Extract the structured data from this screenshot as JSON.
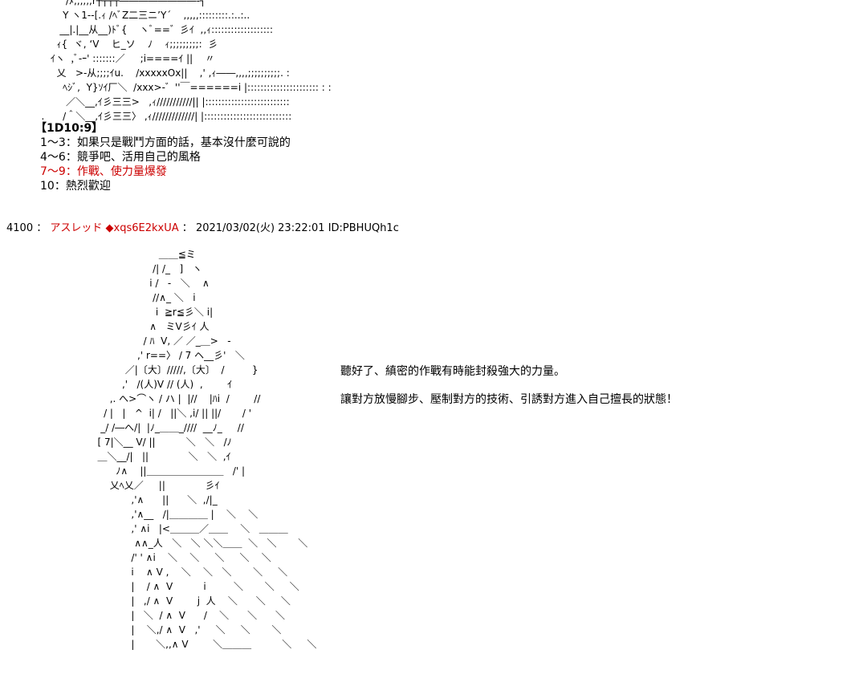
{
  "aa_top": [
    "   ﾞ￣´  /ﾒ,,,,,,r┼┬┬┬――――――――‐┐",
    "          Y ヽ1‐‐[.ｨ /ﾍﾞZ二三ニ’Y´    ,,,,,:::::::::.:..:..",
    "         __|.|__从__)ﾄﾞ{    ヽﾞ==゛彡ｲ  ,,ｨ:::::::::::::::::::",
    "        ｨ{  ヾ, ‘V    ヒ_ソ    ﾉ    ｨ;;;;;;;;;:  彡",
    "      ｲヽ  ,ﾞ-ｰ' :::::::／     ;i====ｲ ||    〃",
    "        乂   >‐从;;;;ｲu.    /xxxxxOx||    ,' ,ｨ――,,,,;;;;;;;;;;. :",
    "          ﾍｼﾞ,  Y}ｿｲ厂＼  /xxx>‐゛''￣======i |:::::::::::::::::::::: : :",
    "           ／＼__,ｲ彡三三>   ,ｨ///////////|| |::::::::::::::::::::::::::",
    "   .      /＾＼__,ｲ彡三三〉 ,ｨ/////////////| |:::::::::::::::::::::::::::"
  ],
  "dice": {
    "title": "【1D10:9】",
    "options": [
      "1～3：如果只是戰鬥方面的話，基本沒什麼可說的",
      "4～6：競爭吧、活用自己的風格",
      "7～9：作戰、使力量爆發",
      "10：熱烈歡迎"
    ]
  },
  "post": {
    "number": "4100",
    "sep": "：",
    "name": "アスレッド",
    "trip": "◆xqs6E2kxUA",
    "sep2": "：",
    "datetime": "2021/03/02(火) 23:22:01",
    "id": "ID:PBHUQh1c"
  },
  "dialogue": [
    "聽好了、縝密的作戰有時能封殺強大的力量。",
    "讓對方放慢腳步、壓制對方的技術、引誘對方進入自己擅長的狀態！"
  ],
  "aa_main": [
    "                       ＿＿≦ミ",
    "                     /| /_   ]   ヽ",
    "                    i /   ‐   ＼    ∧",
    "                     //∧_ ＼   i",
    "                      i  ≧r≦彡＼ i|",
    "                    ∧   ミV彡ｲ 人",
    "                  / ﾊ  V, ／ ／_＿>   -",
    "                ,' r==〉 / 7 ヘ__彡'   ＼",
    "            ／|〔大〕/////,〔大〕  /         }",
    "           ,'   /(人)V // (人)  ,        ｲ",
    "       ,. へ>⌒ヽ / ハ |  |//    |ﾊi  /        //",
    "     / |   |   ^  i| /   ||＼ ,i/ || ||/       / '",
    "    _/ /―へ/|  |ﾉ_＿＿_////  __ﾉ_     //",
    "   [ 7|＼__ V/ ||          ＼   ＼   /ﾉ",
    "   ＿＼__/|   ||             ＼   ＼  ,ｲ",
    "         ﾉ∧    ||＿＿＿＿＿＿＿＿   /' |",
    "       乂ﾍ乂／     ||             彡ｲ",
    "              ,'∧      ||      ＼  ,/|_",
    "              ,'∧__   /|＿＿＿＿ |    ＼    ＼",
    "              ,' ∧i   |<＿＿＿／＿＿    ＼   ＿＿＿",
    "               ∧∧_人   ＼   ＼ ＼＼＿＿  ＼   ＼       ＼",
    "              /' ' ∧i    ＼    ＼     ＼     ＼    ＼",
    "              i    ∧ V ,    ＼    ＼   ＼       ＼     ＼",
    "              |    / ∧  V          i         ＼       ＼     ＼",
    "              |   ,/ ∧  V        j  人    ＼      ＼     ＼",
    "              |   ＼  / ∧  V      /    ＼      ＼      ＼",
    "              |    ＼,/ ∧  V   ,'     ＼     ＼       ＼",
    "              |       ＼,,∧ V        ＼＿＿＿          ＼     ＼"
  ]
}
